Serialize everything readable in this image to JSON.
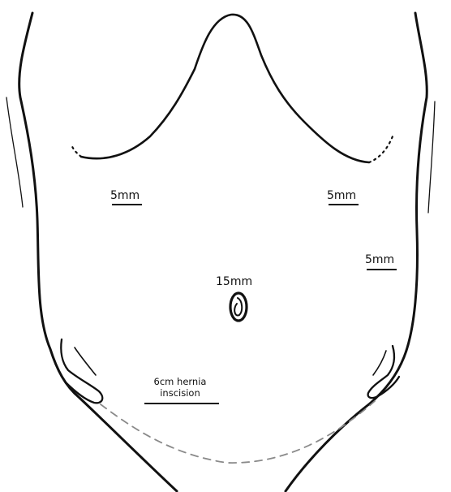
{
  "diagram": {
    "ports": {
      "left_upper": "5mm",
      "right_upper": "5mm",
      "right_lateral": "5mm",
      "umbilical": "15mm"
    },
    "incision": {
      "line1": "6cm hernia",
      "line2": "inscision"
    },
    "colors": {
      "outline": "#111111",
      "dashed_line": "#8a8a8a",
      "background": "#ffffff"
    }
  }
}
